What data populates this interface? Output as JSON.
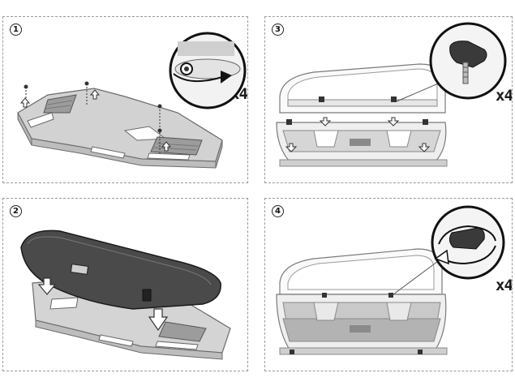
{
  "steps": [
    {
      "number": "1",
      "quantity": "x4"
    },
    {
      "number": "3",
      "quantity": "x4"
    },
    {
      "number": "2"
    },
    {
      "number": "4",
      "quantity": "x4"
    }
  ]
}
